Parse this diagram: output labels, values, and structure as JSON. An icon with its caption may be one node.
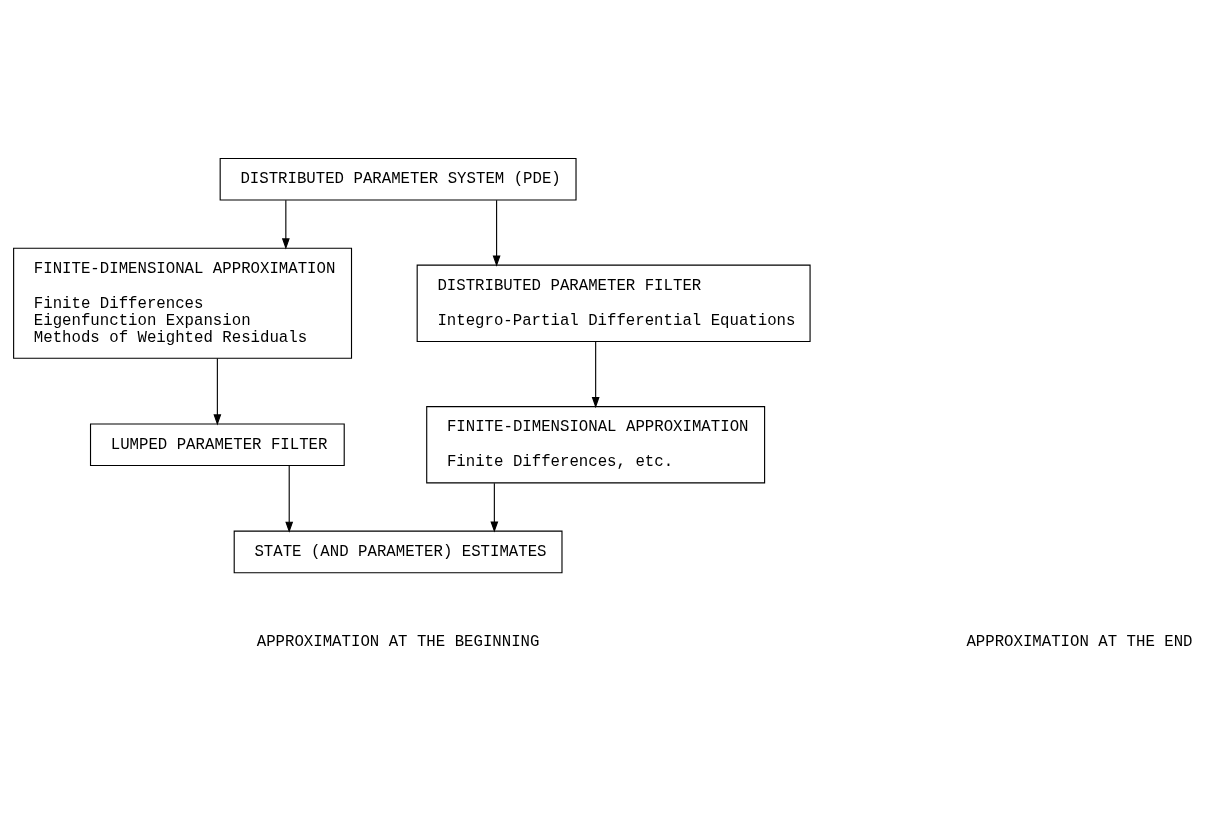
{
  "diagram": {
    "nodes": [
      {
        "text": [
          "DISTRIBUTED PARAMETER SYSTEM (PDE)"
        ]
      },
      {
        "text": [
          "FINITE-DIMENSIONAL APPROXIMATION",
          "Finite Differences",
          "Eigenfunction Expansion",
          "Methods of Weighted Residuals"
        ]
      },
      {
        "text": [
          "DISTRIBUTED PARAMETER FILTER",
          "Integro-Partial Differential Equations"
        ]
      },
      {
        "text": [
          "LUMPED PARAMETER FILTER"
        ]
      },
      {
        "text": [
          "FINITE-DIMENSIONAL APPROXIMATION",
          "Finite Differences, etc."
        ]
      },
      {
        "text": [
          "STATE (AND PARAMETER) ESTIMATES"
        ]
      }
    ],
    "edges": [
      {
        "from": 0,
        "to": 1,
        "arrow": "to"
      },
      {
        "from": 0,
        "to": 2,
        "arrow": "to"
      },
      {
        "from": 1,
        "to": 3,
        "arrow": "to"
      },
      {
        "from": 2,
        "to": 4,
        "arrow": "to"
      },
      {
        "from": 3,
        "to": 5,
        "arrow": "to"
      },
      {
        "from": 4,
        "to": 5,
        "arrow": "to"
      }
    ],
    "labels": [
      "APPROXIMATION AT THE BEGINNING",
      "APPROXIMATION AT THE END"
    ]
  }
}
